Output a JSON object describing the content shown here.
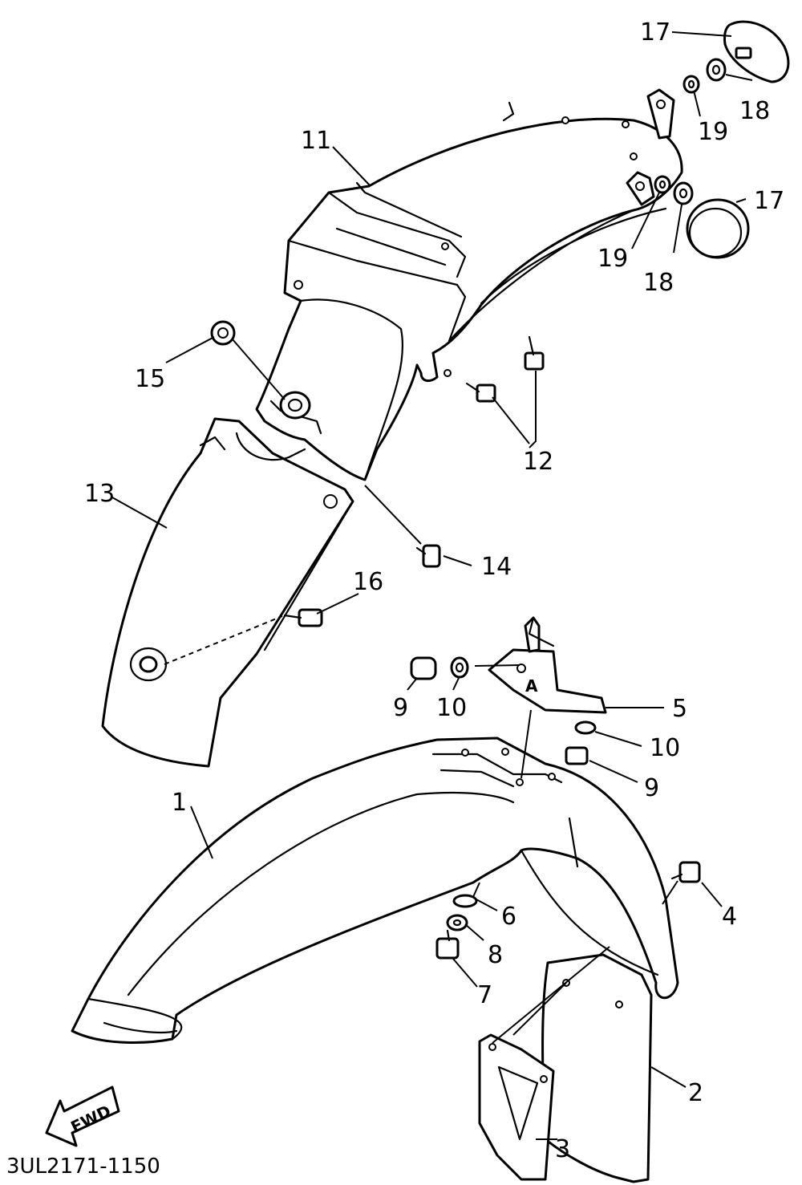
{
  "diagram": {
    "code": "3UL2171-1150",
    "fwd_label": "FWD",
    "callouts": [
      {
        "id": "1",
        "text": "1"
      },
      {
        "id": "2",
        "text": "2"
      },
      {
        "id": "3",
        "text": "3"
      },
      {
        "id": "4",
        "text": "4"
      },
      {
        "id": "5",
        "text": "5"
      },
      {
        "id": "6",
        "text": "6"
      },
      {
        "id": "7",
        "text": "7"
      },
      {
        "id": "8",
        "text": "8"
      },
      {
        "id": "9a",
        "text": "9"
      },
      {
        "id": "9b",
        "text": "9"
      },
      {
        "id": "10a",
        "text": "10"
      },
      {
        "id": "10b",
        "text": "10"
      },
      {
        "id": "11",
        "text": "11"
      },
      {
        "id": "12",
        "text": "12"
      },
      {
        "id": "13",
        "text": "13"
      },
      {
        "id": "14",
        "text": "14"
      },
      {
        "id": "15",
        "text": "15"
      },
      {
        "id": "16",
        "text": "16"
      },
      {
        "id": "17a",
        "text": "17"
      },
      {
        "id": "17b",
        "text": "17"
      },
      {
        "id": "18a",
        "text": "18"
      },
      {
        "id": "18b",
        "text": "18"
      },
      {
        "id": "19a",
        "text": "19"
      },
      {
        "id": "19b",
        "text": "19"
      }
    ]
  }
}
